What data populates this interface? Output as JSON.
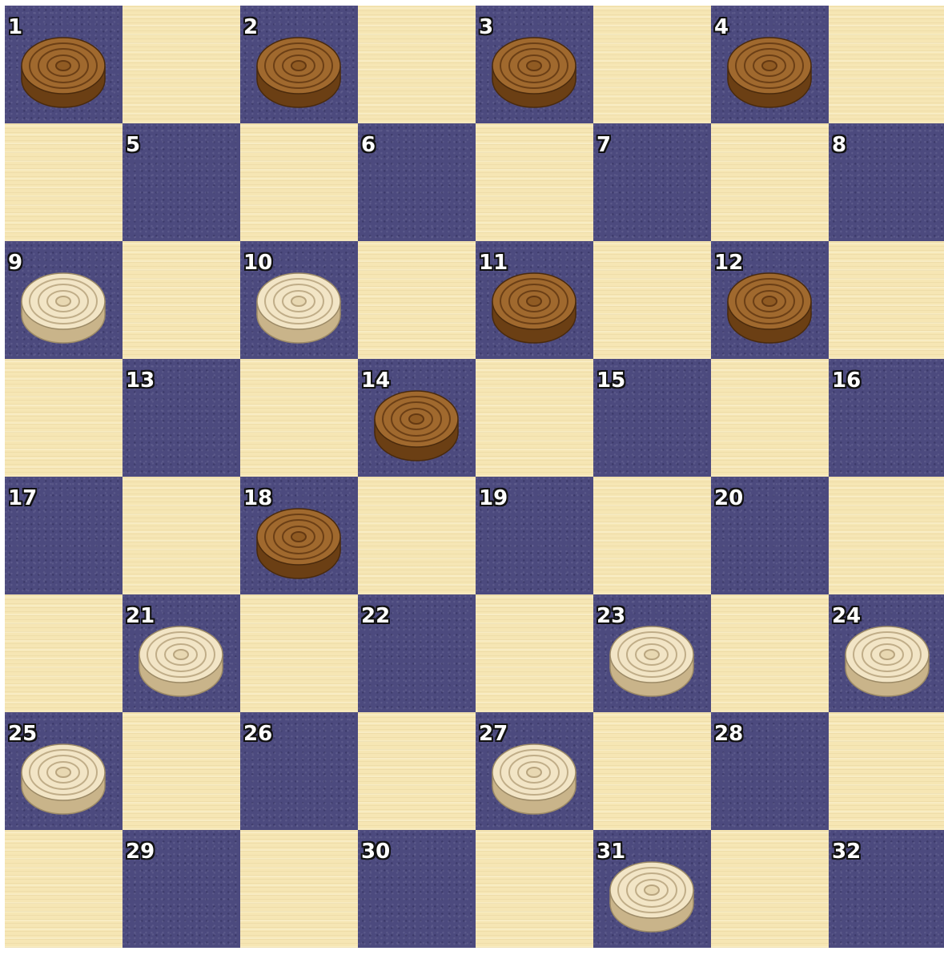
{
  "board": {
    "rows": 8,
    "cols": 8,
    "colors": {
      "light_square": "#f6e6b4",
      "dark_square": "#4c4a7e",
      "brown_piece": "#8f5a22",
      "cream_piece": "#e8d7b0"
    },
    "square_labels": [
      "1",
      "2",
      "3",
      "4",
      "5",
      "6",
      "7",
      "8",
      "9",
      "10",
      "11",
      "12",
      "13",
      "14",
      "15",
      "16",
      "17",
      "18",
      "19",
      "20",
      "21",
      "22",
      "23",
      "24",
      "25",
      "26",
      "27",
      "28",
      "29",
      "30",
      "31",
      "32"
    ],
    "pieces": {
      "1": "brown",
      "2": "brown",
      "3": "brown",
      "4": "brown",
      "9": "cream",
      "10": "cream",
      "11": "brown",
      "12": "brown",
      "14": "brown",
      "18": "brown",
      "21": "cream",
      "23": "cream",
      "24": "cream",
      "25": "cream",
      "27": "cream",
      "31": "cream"
    }
  }
}
